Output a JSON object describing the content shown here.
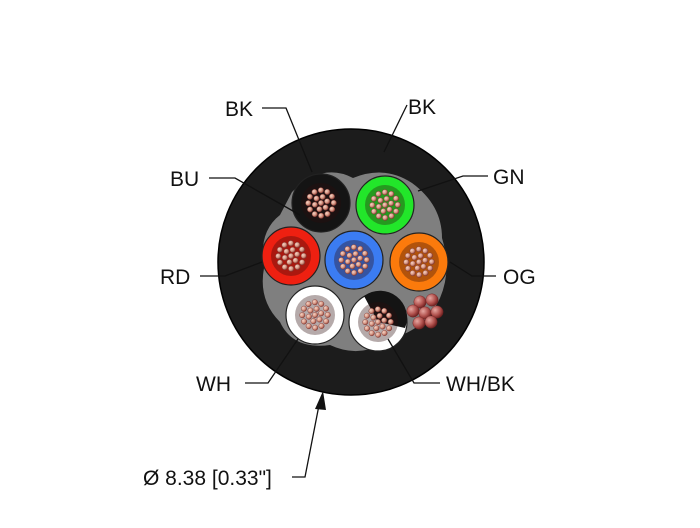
{
  "labels": {
    "bk_left": "BK",
    "bk_right": "BK",
    "gn": "GN",
    "bu": "BU",
    "rd": "RD",
    "og": "OG",
    "wh": "WH",
    "wh_bk": "WH/BK",
    "diameter": "Ø 8.38 [0.33\"]"
  },
  "colors": {
    "jacket": "#1c1c1c",
    "black_insulation": "#141414",
    "green_insulation": "#22e62a",
    "blue_insulation": "#3b7cf2",
    "red_insulation": "#ee2011",
    "orange_insulation": "#fb7a0c",
    "white_insulation": "#ffffff",
    "copper_strand": "#d99a86",
    "filler": "#8a8a8a"
  }
}
